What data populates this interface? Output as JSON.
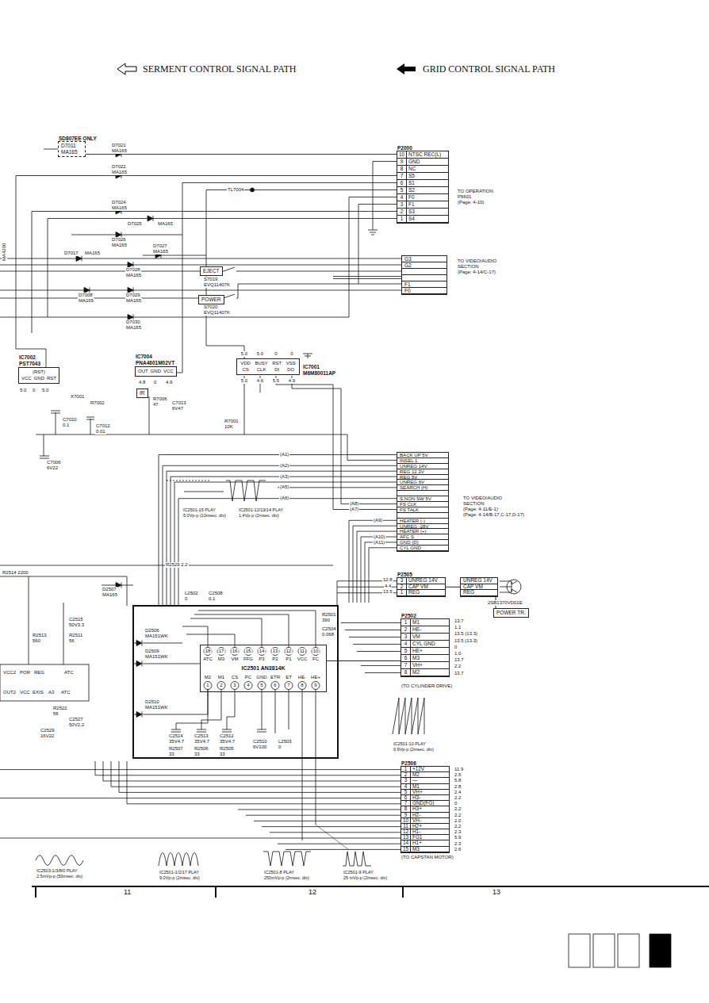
{
  "diagram": {
    "nodes": [
      {
        "text": [
          "SD807EE ONLY",
          "D7011",
          "MA165"
        ]
      },
      {
        "text": [
          "P2000",
          "10",
          "NTSC REC(L)",
          "9",
          "GND",
          "8",
          "NC",
          "7",
          "S5",
          "6",
          "S1",
          "5",
          "S2",
          "4",
          "F0",
          "3",
          "F1",
          "2",
          "S3",
          "1",
          "S4"
        ]
      },
      {
        "text": [
          "G3",
          "G2",
          "F1",
          "F0"
        ]
      },
      {
        "text": [
          "EJECT"
        ]
      },
      {
        "text": [
          "POWER"
        ]
      },
      {
        "text": [
          "IC7002",
          "PST7043",
          "(RST)",
          "VCC",
          "GND",
          "RST"
        ]
      },
      {
        "text": [
          "IC7004",
          "PNA4601M02VT",
          "OUT",
          "GND",
          "VCC"
        ]
      },
      {
        "text": [
          "IR"
        ]
      },
      {
        "text": [
          "IC7001",
          "M6M80011AP",
          "VDD",
          "BUSY",
          "RST",
          "VSS",
          "CS",
          "CLK",
          "DI",
          "DO"
        ]
      },
      {
        "text": [
          "BACK UP 5V",
          "INSEL 1",
          "UNREG 14V",
          "REG 12.3V",
          "REG 5V",
          "UNREG 6V",
          "SEARCH (H)",
          "S.NON SW 5V",
          "FS CLK",
          "FS TALK",
          "HEATER (-)",
          "UNREG -28V",
          "HEATER (+)",
          "AFC S",
          "GND (D)",
          "CYL GND"
        ]
      },
      {
        "text": [
          "P2505",
          "3",
          "UNREG 14V",
          "2",
          "CAP VM",
          "1",
          "REG"
        ]
      },
      {
        "text": [
          "UNREG 14V",
          "CAP VM",
          "REG"
        ]
      },
      {
        "text": [
          "POWER TR."
        ]
      },
      {
        "text": [
          "IC2501 AN3814K"
        ]
      },
      {
        "text": [
          "P2502",
          "1",
          "M1",
          "2",
          "HE-",
          "3",
          "VM",
          "4",
          "CYL GND",
          "5",
          "HE+",
          "6",
          "M3",
          "7",
          "VH+",
          "8",
          "M2"
        ]
      },
      {
        "text": [
          "P2506",
          "1",
          "+12V",
          "2",
          "M2",
          "3",
          "—",
          "4",
          "M1",
          "5",
          "VH+",
          "6",
          "H3-",
          "7",
          "GND(FG)",
          "8",
          "H3+",
          "9",
          "H2-",
          "10",
          "VH-",
          "11",
          "H2+",
          "12",
          "H1-",
          "13",
          "FG1",
          "14",
          "H1+",
          "15",
          "M3"
        ]
      }
    ],
    "edges": [
      {
        "from": 10,
        "to": 11,
        "arrow": "none"
      },
      {
        "from": 11,
        "to": 12,
        "arrow": "none"
      },
      {
        "from": 13,
        "to": 14,
        "arrow": "none"
      }
    ],
    "labels": [
      "MA4200",
      "D7021",
      "MA165",
      "D7022",
      "MA165",
      "TL7004",
      "D7024",
      "MA165",
      "D7025",
      "MA165",
      "D7026",
      "MA165",
      "D7027",
      "MA165",
      "D7017",
      "MA165",
      "D7028",
      "MA165",
      "D7008",
      "MA165",
      "D7029",
      "MA165",
      "D7030",
      "MA165",
      "S7019",
      "EVQ11407K",
      "S7020",
      "EVQ11407K",
      "TO OPERATION",
      "P6601",
      "(Page: 4-10)",
      "TO VIDEO/AUDIO",
      "SECTION",
      "(Page: 4-14/C-17)",
      "5.0",
      "0",
      "5.0",
      "4.8",
      "0",
      "4.9",
      "5.0",
      "5.0",
      "0",
      "0",
      "5.0",
      "4.6",
      "5.5",
      "4.9",
      "X7001",
      "R7002",
      "C7010",
      "0.1",
      "C7012",
      "0.01",
      "R7006",
      "47",
      "C7013",
      "6V47",
      "R7001",
      "10K",
      "C7006",
      "6V22",
      "(A1)",
      "(A2)",
      "(A3)",
      "(A5)",
      "(A6)",
      "(A7)",
      "(A8)",
      "(A9)",
      "(A10)",
      "(A11)",
      "IC2501-15 PLAY",
      "5.0Vp-p (10msec. div)",
      "IC2501-12/13/14 PLAY",
      "1.4Vp-p (2msec. div)",
      "TO VIDEO/AUDIO",
      "SECTION",
      "(Page: 4-11/E-1)",
      "(Page: 4-14/B-17,C-17,D-17)",
      "R2514 2200",
      "R2529 2.2",
      "D2507",
      "MA165",
      "L2502",
      "0",
      "C2508",
      "0.1",
      "C2515",
      "50V3.3",
      "R2513",
      "560",
      "R2511",
      "56",
      "D2506",
      "MA151WK",
      "D2509",
      "MA151WK",
      "D2510",
      "MA151WK",
      "R2501",
      "390",
      "C2504",
      "0.068",
      "C2514",
      "35V4.7",
      "C2513",
      "35V4.7",
      "C2512",
      "35V4.7",
      "R2507",
      "33",
      "R2506",
      "33",
      "R2505",
      "33",
      "C2510",
      "6V100",
      "L2503",
      "0",
      "R2522",
      "56",
      "C2527",
      "50V2.2",
      "C2529",
      "16V22",
      "VCC2",
      "POR",
      "REG",
      "ATC",
      "OUT2",
      "VCC",
      "EXIS",
      "A3",
      "ATC",
      "18",
      "17",
      "16",
      "15",
      "14",
      "13",
      "12",
      "11",
      "10",
      "ATC",
      "M3",
      "VM",
      "FFG",
      "P3",
      "P2",
      "P1",
      "VCC",
      "FC",
      "M2",
      "M1",
      "CS",
      "PC",
      "GND",
      "ETR",
      "ET",
      "HE-",
      "HE+",
      "1",
      "2",
      "3",
      "4",
      "5",
      "6",
      "7",
      "8",
      "9",
      "IC2501-10 PLAY",
      "0.9Vp-p (2msec. div)",
      "(TO CYLINDER DRIVE)",
      "13.7",
      "1.1",
      "13.5 (13.3)",
      "13.5 (13.3)",
      "0",
      "1.0",
      "13.7",
      "2.2",
      "13.7",
      "(TO CAPSTAN MOTOR)",
      "11.9",
      "2.5",
      "5.8",
      "2.8",
      "2.4",
      "2.2",
      "0",
      "2.2",
      "2.2",
      "2.0",
      "2.2",
      "2.3",
      "5.9",
      "2.3",
      "2.6",
      "12.8",
      "4.4",
      "13.5",
      "2SB1370VD01E",
      "IC2503-1/3/8/0 PLAY",
      "2.5mVp-p (50msec. div)",
      "IC2501-1/2/17 PLAY",
      "9.0Vp-p (2msec. div)",
      "IC2501-8 PLAY",
      "250mVp-p (2msec. div)",
      "IC2501-9 PLAY",
      "25 mVp-p (2msec. div)",
      "11",
      "12",
      "13"
    ],
    "legend": [
      {
        "text": "SERMENT CONTROL SIGNAL PATH"
      },
      {
        "text": "GRID CONTROL SIGNAL PATH"
      }
    ]
  }
}
